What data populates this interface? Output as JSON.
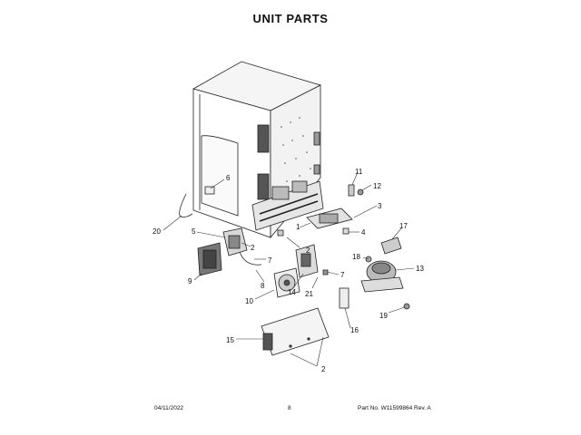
{
  "header": {
    "title": "UNIT PARTS"
  },
  "callouts": {
    "c1": "1",
    "c2a": "2",
    "c2b": "2",
    "c2c": "2",
    "c3": "3",
    "c4": "4",
    "c5": "5",
    "c6": "6",
    "c7a": "7",
    "c7b": "7",
    "c8": "8",
    "c9": "9",
    "c10": "10",
    "c11": "11",
    "c12": "12",
    "c13": "13",
    "c14": "14",
    "c15": "15",
    "c16": "16",
    "c17": "17",
    "c18": "18",
    "c19": "19",
    "c20": "20",
    "c21": "21"
  },
  "footer": {
    "date": "04/11/2022",
    "page": "8",
    "part": "Part No. W11599864  Rev. A"
  }
}
